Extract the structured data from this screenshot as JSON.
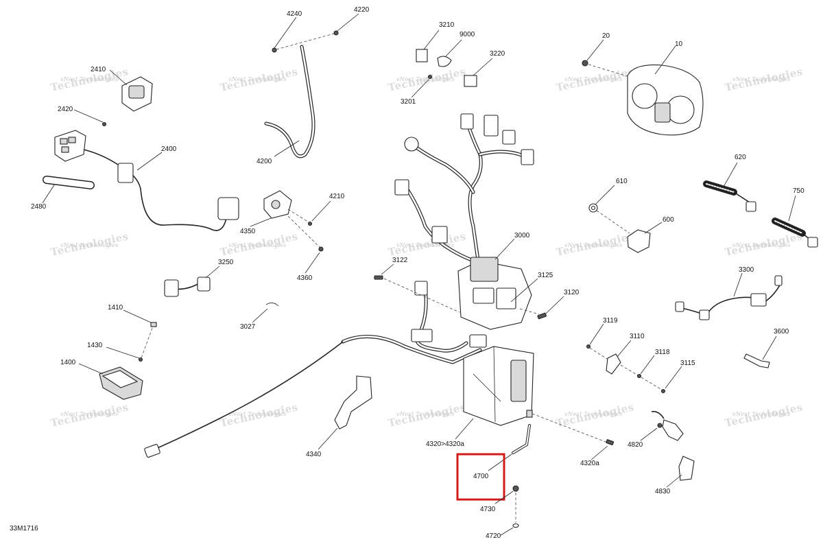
{
  "document_code": "33M1716",
  "highlighted_part": "4700",
  "highlight_color": "#d11a1a",
  "watermark": {
    "small_text": "vNext Technologies",
    "big_text": "Technologies"
  },
  "part_labels": {
    "p4240": "4240",
    "p4220": "4220",
    "p4200": "4200",
    "p2410": "2410",
    "p2420": "2420",
    "p2400": "2400",
    "p2480": "2480",
    "p3210": "3210",
    "p9000": "9000",
    "p3220": "3220",
    "p3201": "3201",
    "p20": "20",
    "p10": "10",
    "p4210": "4210",
    "p4350": "4350",
    "p4360": "4360",
    "p3250": "3250",
    "p3027": "3027",
    "p1410": "1410",
    "p1430": "1430",
    "p1400": "1400",
    "p3122": "3122",
    "p3000": "3000",
    "p3125": "3125",
    "p3120": "3120",
    "p610": "610",
    "p600": "600",
    "p620": "620",
    "p750": "750",
    "p3300": "3300",
    "p3600": "3600",
    "p3119": "3119",
    "p3110": "3110",
    "p3118": "3118",
    "p3115": "3115",
    "p4340": "4340",
    "p4320": "4320>4320a",
    "p4320a": "4320a",
    "p4700": "4700",
    "p4730": "4730",
    "p4720": "4720",
    "p4820": "4820",
    "p4830": "4830"
  }
}
